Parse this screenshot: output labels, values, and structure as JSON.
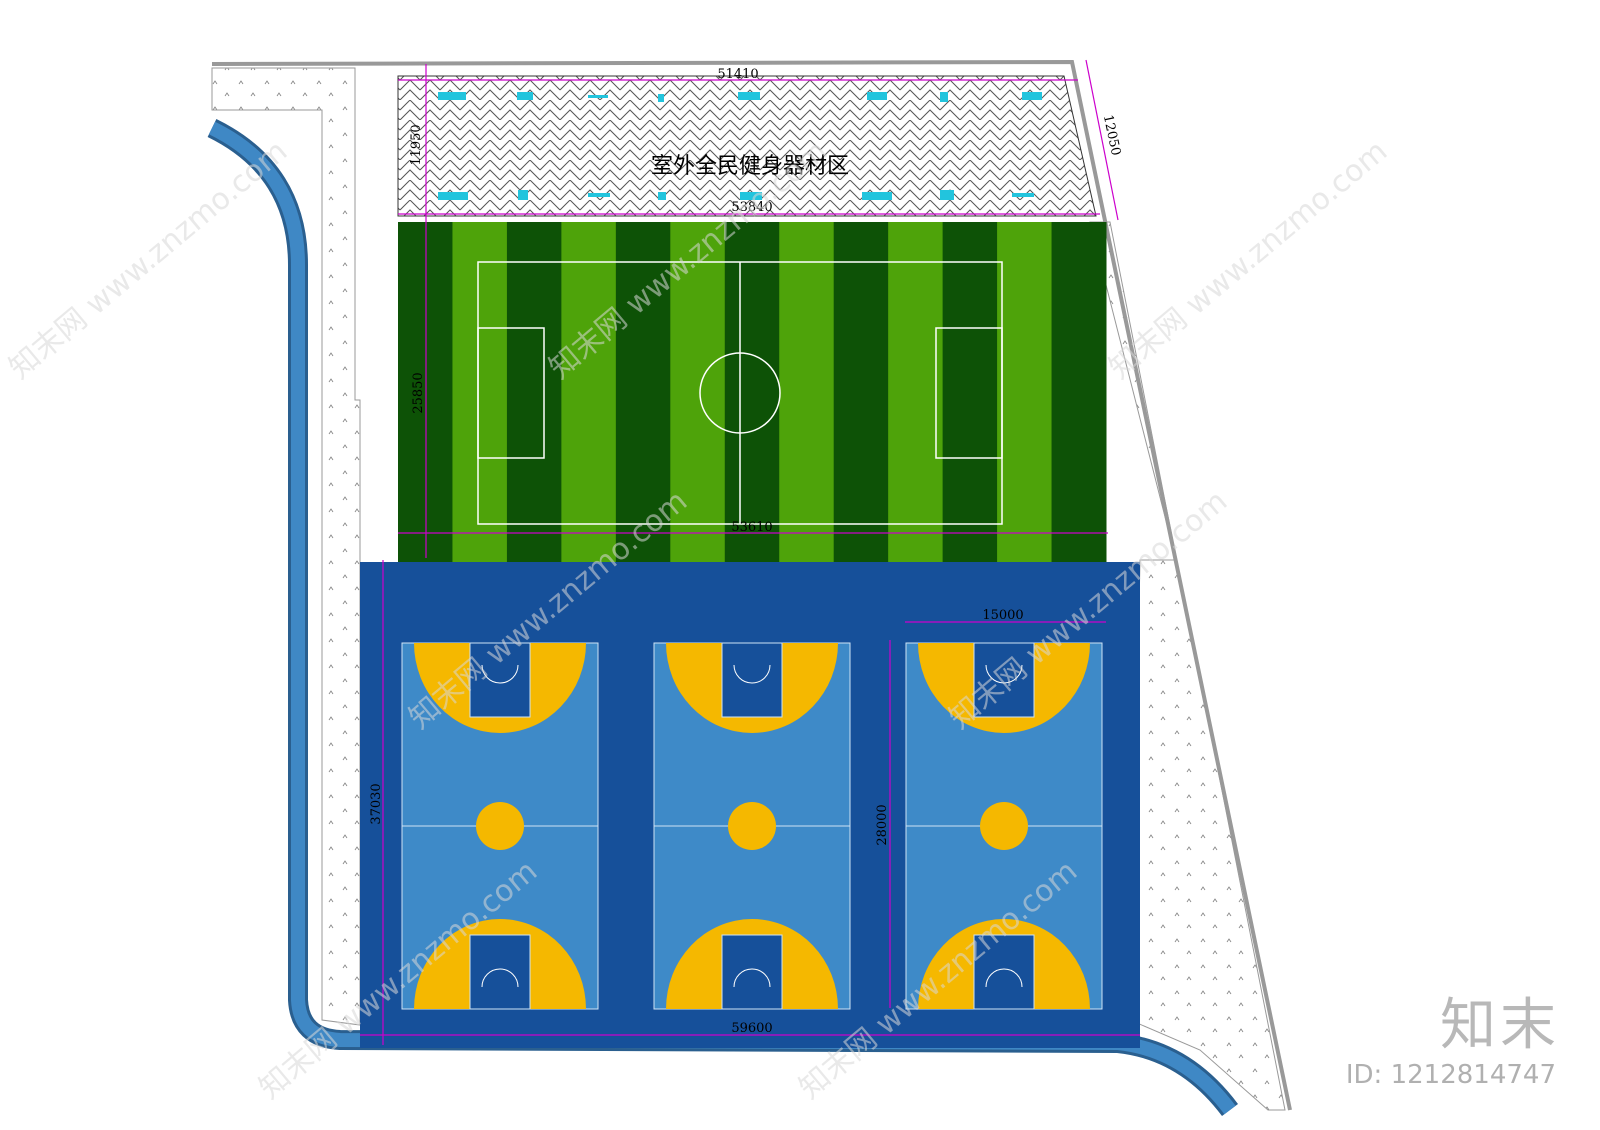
{
  "plan": {
    "fitness_zone_label": "室外全民健身器材区",
    "dimensions": {
      "fitness_width_top": "51410",
      "fitness_width_bottom": "53840",
      "fitness_depth_left": "11950",
      "fitness_depth_right": "12050",
      "soccer_height": "25850",
      "soccer_width": "53610",
      "basketball_zone_height": "37030",
      "basketball_zone_width": "59600",
      "single_court_width": "15000",
      "single_court_length": "28000"
    }
  },
  "watermark": {
    "brand": "知末",
    "id_text": "ID: 1212814747",
    "repeat_text": "知末网 www.znzmo.com"
  },
  "colors": {
    "paving": "#ffffff",
    "road": "#3f88c5",
    "turf_dark": "#0d5206",
    "turf_light": "#4ea30a",
    "court_outer": "#16509a",
    "court_inner": "#3e8ac8",
    "court_key": "#f5b800",
    "dimension_line": "#cc00cc",
    "equipment": "#22c4dd"
  }
}
